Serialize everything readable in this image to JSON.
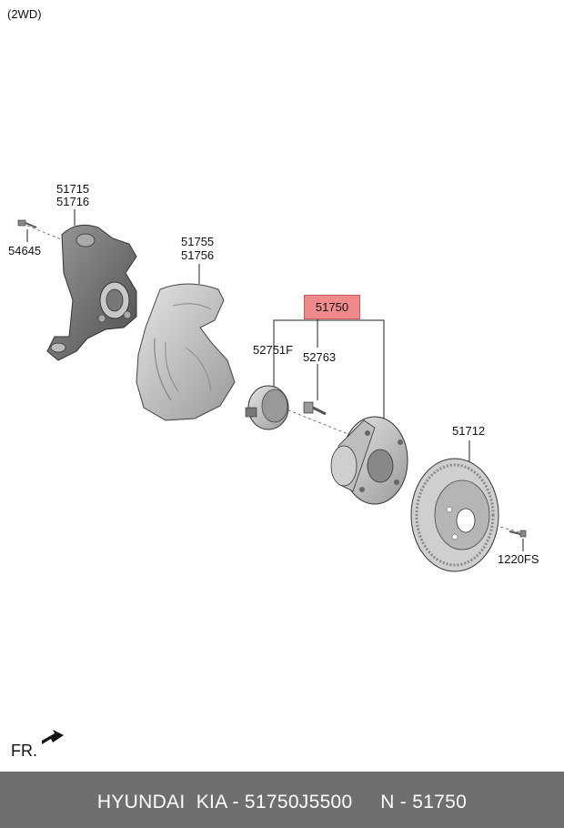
{
  "diagram": {
    "variant": "(2WD)",
    "front_marker": "FR.",
    "parts": {
      "knuckle_a": "51715",
      "knuckle_b": "51716",
      "bolt_knuckle": "54645",
      "shield_a": "51755",
      "shield_b": "51756",
      "hub_assy": "51750",
      "cap": "52751F",
      "hub_bolt": "52763",
      "disc": "51712",
      "disc_screw": "1220FS"
    },
    "highlight_color": "#f08a8a"
  },
  "footer": {
    "text": "HYUNDAI  KIA - 51750J5500     N - 51750"
  }
}
